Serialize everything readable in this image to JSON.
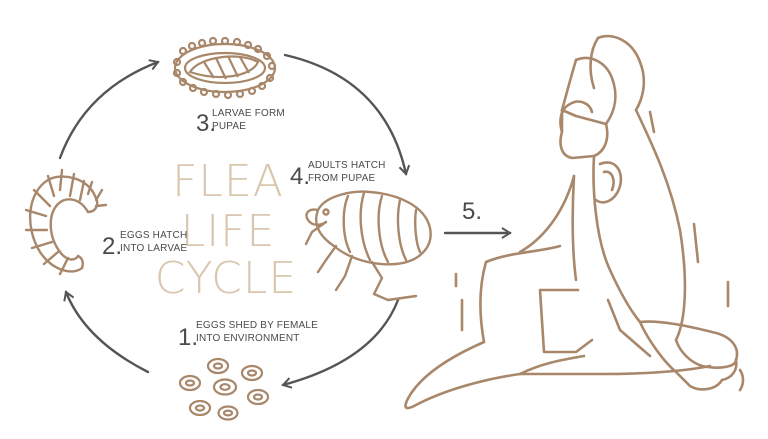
{
  "title": {
    "line1": "FLEA",
    "line2": "LIFE",
    "line3": "CYCLE"
  },
  "steps": [
    {
      "number": "1.",
      "line1": "EGGS SHED BY FEMALE",
      "line2": "INTO ENVIRONMENT"
    },
    {
      "number": "2.",
      "line1": "EGGS HATCH",
      "line2": "INTO LARVAE"
    },
    {
      "number": "3.",
      "line1": "LARVAE FORM",
      "line2": "PUPAE"
    },
    {
      "number": "4.",
      "line1": "ADULTS HATCH",
      "line2": "FROM PUPAE"
    },
    {
      "number": "5.",
      "line1": "",
      "line2": ""
    }
  ],
  "colors": {
    "title": "#d9c6ae",
    "brown": "#a8876a",
    "arrow": "#555555",
    "text": "#4a4a4a"
  },
  "icons": [
    "eggs-icon",
    "larva-icon",
    "pupa-icon",
    "adult-flea-icon",
    "dog-icon"
  ]
}
